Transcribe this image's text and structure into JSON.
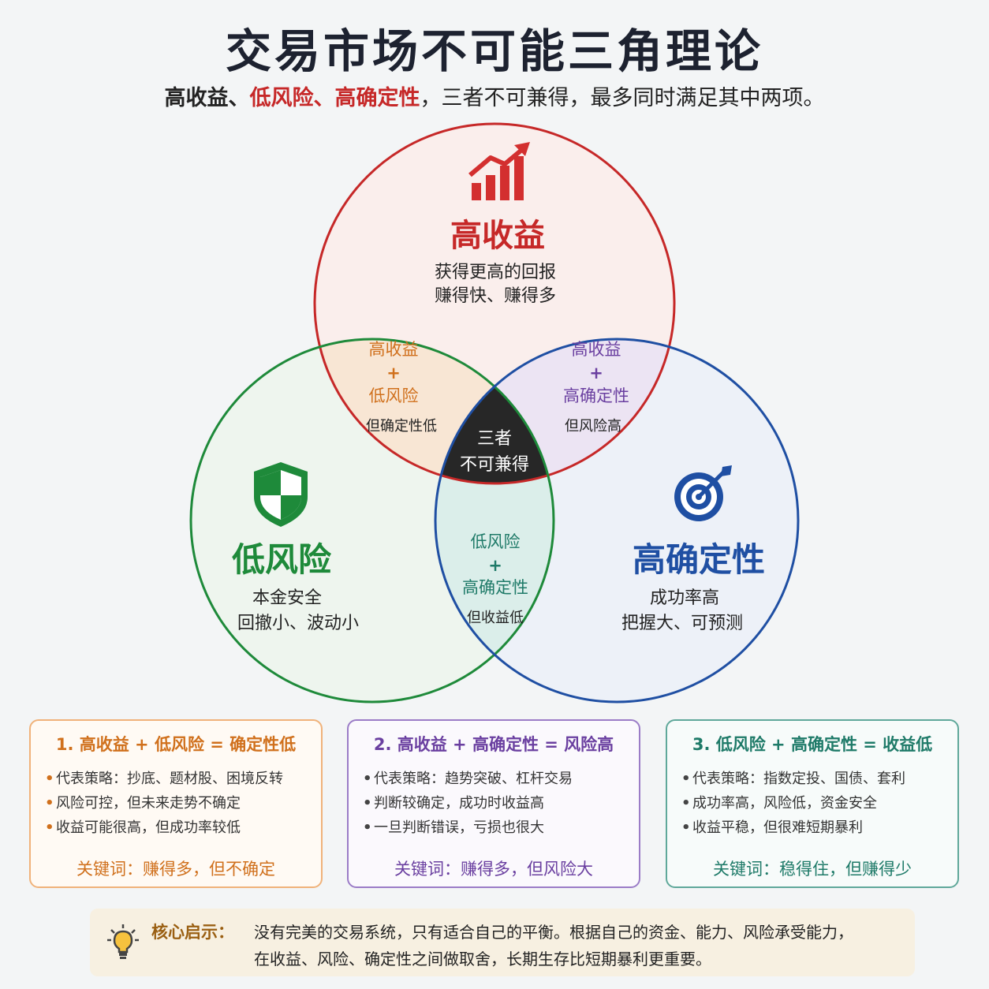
{
  "title": "交易市场不可能三角理论",
  "subtitle": {
    "part1": "高收益、",
    "part2": "低风险、高确定性",
    "part3": "，三者不可兼得，最多同时满足其中两项。"
  },
  "colors": {
    "red": "#c62828",
    "green": "#1e8a3a",
    "blue": "#1f4fa3",
    "orange": "#d0701c",
    "purple": "#6a3fa0",
    "teal": "#1e7a68"
  },
  "circles": {
    "high_return": {
      "icon": "rising-bar-chart-icon",
      "title": "高收益",
      "line1": "获得更高的回报",
      "line2": "赚得快、赚得多"
    },
    "low_risk": {
      "icon": "shield-icon",
      "title": "低风险",
      "line1": "本金安全",
      "line2": "回撤小、波动小"
    },
    "high_certainty": {
      "icon": "target-icon",
      "title": "高确定性",
      "line1": "成功率高",
      "line2": "把握大、可预测"
    }
  },
  "overlaps": {
    "return_risk": {
      "a": "高收益",
      "plus": "+",
      "b": "低风险",
      "note": "但确定性低"
    },
    "return_certainty": {
      "a": "高收益",
      "plus": "+",
      "b": "高确定性",
      "note": "但风险高"
    },
    "risk_certainty": {
      "a": "低风险",
      "plus": "+",
      "b": "高确定性",
      "note": "但收益低"
    },
    "center": {
      "line1": "三者",
      "line2": "不可兼得"
    }
  },
  "cards": [
    {
      "title": "1. 高收益 + 低风险 = 确定性低",
      "bullet": "•",
      "items": [
        "代表策略：抄底、题材股、困境反转",
        "风险可控，但未来走势不确定",
        "收益可能很高，但成功率较低"
      ],
      "keyword": "关键词：赚得多，但不确定"
    },
    {
      "title": "2. 高收益 + 高确定性 = 风险高",
      "bullet": "•",
      "items": [
        "代表策略：趋势突破、杠杆交易",
        "判断较确定，成功时收益高",
        "一旦判断错误，亏损也很大"
      ],
      "keyword": "关键词：赚得多，但风险大"
    },
    {
      "title": "3. 低风险 + 高确定性 = 收益低",
      "bullet": "•",
      "items": [
        "代表策略：指数定投、国债、套利",
        "成功率高，风险低，资金安全",
        "收益平稳，但很难短期暴利"
      ],
      "keyword": "关键词：稳得住，但赚得少"
    }
  ],
  "insight": {
    "icon": "lightbulb-icon",
    "label": "核心启示：",
    "line1": "没有完美的交易系统，只有适合自己的平衡。根据自己的资金、能力、风险承受能力，",
    "line2": "在收益、风险、确定性之间做取舍，长期生存比短期暴利更重要。"
  }
}
